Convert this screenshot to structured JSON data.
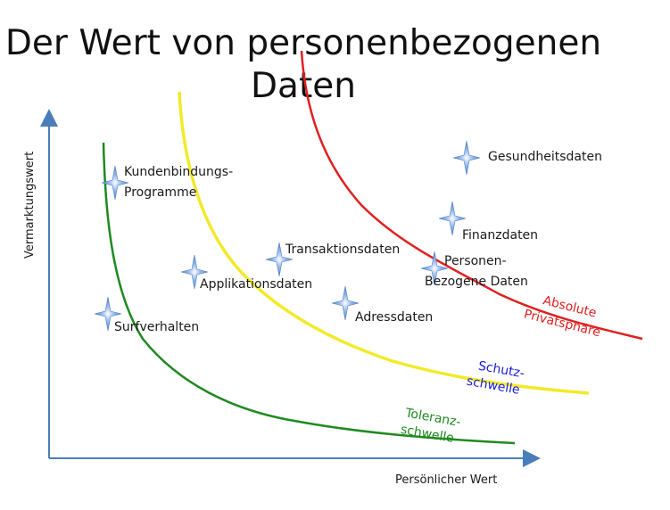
{
  "title": {
    "line1": "Der Wert von personenbezogenen",
    "line2": "Daten"
  },
  "axes": {
    "x_label": "Persönlicher Wert",
    "y_label": "Vermarktungswert"
  },
  "curves": {
    "green": {
      "line1": "Toleranz-",
      "line2": "schwelle",
      "color": "#1e8a1e"
    },
    "yellow": {
      "line1": "Schutz-",
      "line2": "schwelle",
      "color": "#f2ea2a",
      "label_color": "#1a1ae0"
    },
    "red": {
      "line1": "Absolute",
      "line2": "Privatsphäre",
      "color": "#e02020"
    }
  },
  "items": {
    "kundenbindung": {
      "line1": "Kundenbindungs-",
      "line2": "Programme"
    },
    "surfverhalten": "Surfverhalten",
    "applikationsdaten": "Applikationsdaten",
    "transaktionsdaten": "Transaktionsdaten",
    "adressdaten": "Adressdaten",
    "personen": {
      "line1": "Personen-",
      "line2": "Bezogene Daten"
    },
    "finanzdaten": "Finanzdaten",
    "gesundheitsdaten": "Gesundheitsdaten"
  },
  "colors": {
    "axis": "#4a7ebb",
    "star": "#5b8fd6"
  }
}
